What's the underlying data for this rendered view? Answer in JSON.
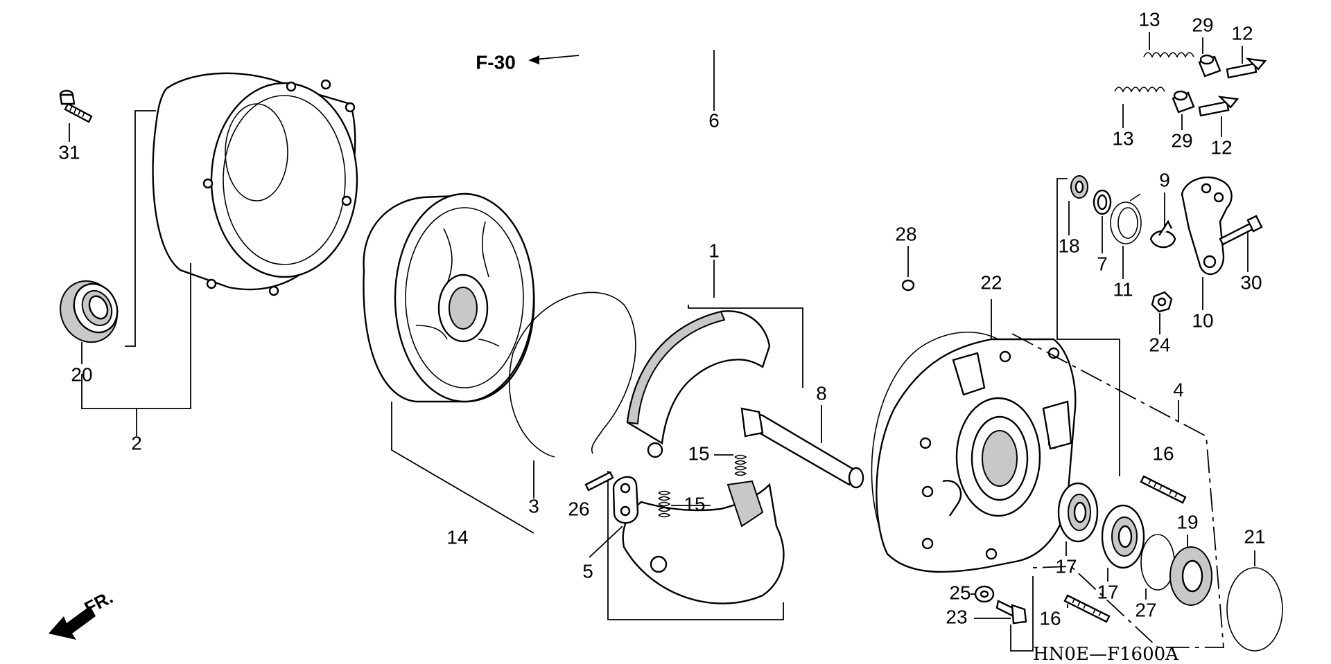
{
  "diagram": {
    "reference": "F-30",
    "front_label": "FR.",
    "drawing_code": "HN0E—F1600A",
    "parts": [
      {
        "id": "p1",
        "label": "1"
      },
      {
        "id": "p2",
        "label": "2"
      },
      {
        "id": "p3",
        "label": "3"
      },
      {
        "id": "p4",
        "label": "4"
      },
      {
        "id": "p5",
        "label": "5"
      },
      {
        "id": "p6",
        "label": "6"
      },
      {
        "id": "p7",
        "label": "7"
      },
      {
        "id": "p8",
        "label": "8"
      },
      {
        "id": "p9",
        "label": "9"
      },
      {
        "id": "p10",
        "label": "10"
      },
      {
        "id": "p11",
        "label": "11"
      },
      {
        "id": "p12a",
        "label": "12"
      },
      {
        "id": "p12b",
        "label": "12"
      },
      {
        "id": "p13a",
        "label": "13"
      },
      {
        "id": "p13b",
        "label": "13"
      },
      {
        "id": "p14",
        "label": "14"
      },
      {
        "id": "p15a",
        "label": "15"
      },
      {
        "id": "p15b",
        "label": "15"
      },
      {
        "id": "p16a",
        "label": "16"
      },
      {
        "id": "p16b",
        "label": "16"
      },
      {
        "id": "p17a",
        "label": "17"
      },
      {
        "id": "p17b",
        "label": "17"
      },
      {
        "id": "p18",
        "label": "18"
      },
      {
        "id": "p19",
        "label": "19"
      },
      {
        "id": "p20",
        "label": "20"
      },
      {
        "id": "p21",
        "label": "21"
      },
      {
        "id": "p22",
        "label": "22"
      },
      {
        "id": "p23",
        "label": "23"
      },
      {
        "id": "p24",
        "label": "24"
      },
      {
        "id": "p25",
        "label": "25"
      },
      {
        "id": "p26",
        "label": "26"
      },
      {
        "id": "p27",
        "label": "27"
      },
      {
        "id": "p28",
        "label": "28"
      },
      {
        "id": "p29a",
        "label": "29"
      },
      {
        "id": "p29b",
        "label": "29"
      },
      {
        "id": "p30",
        "label": "30"
      },
      {
        "id": "p31",
        "label": "31"
      }
    ]
  }
}
